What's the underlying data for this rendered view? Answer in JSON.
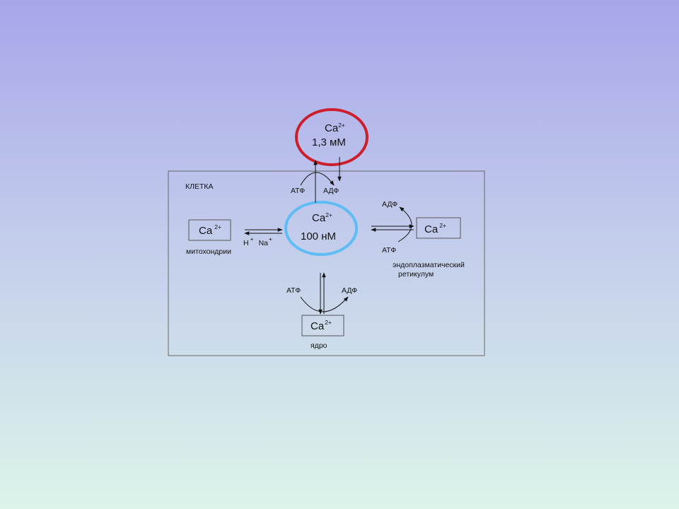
{
  "cell": {
    "label": "КЛЕТКА"
  },
  "extracellular": {
    "ion": "Ca",
    "charge": "2+",
    "concentration": "1,3 мМ",
    "color": "#cc1f2b"
  },
  "cytosol": {
    "ion": "Ca",
    "charge": "2+",
    "concentration": "100 нМ",
    "color": "#5fbdf5"
  },
  "mitochondria": {
    "ion": "Ca",
    "charge": "2+",
    "label": "митохондрии",
    "ion_h": "H",
    "ion_na": "Na",
    "plus": "+"
  },
  "er": {
    "ion": "Ca",
    "charge": "2+",
    "label_line1": "эндоплазматический",
    "label_line2": "ретикулум",
    "atf": "АТФ",
    "adf": "АДФ"
  },
  "pump_top": {
    "atf": "АТФ",
    "adf": "АДФ"
  },
  "nucleus": {
    "ion": "Ca",
    "charge": "2+",
    "label": "ядро",
    "atf": "АТФ",
    "adf": "АДФ"
  }
}
